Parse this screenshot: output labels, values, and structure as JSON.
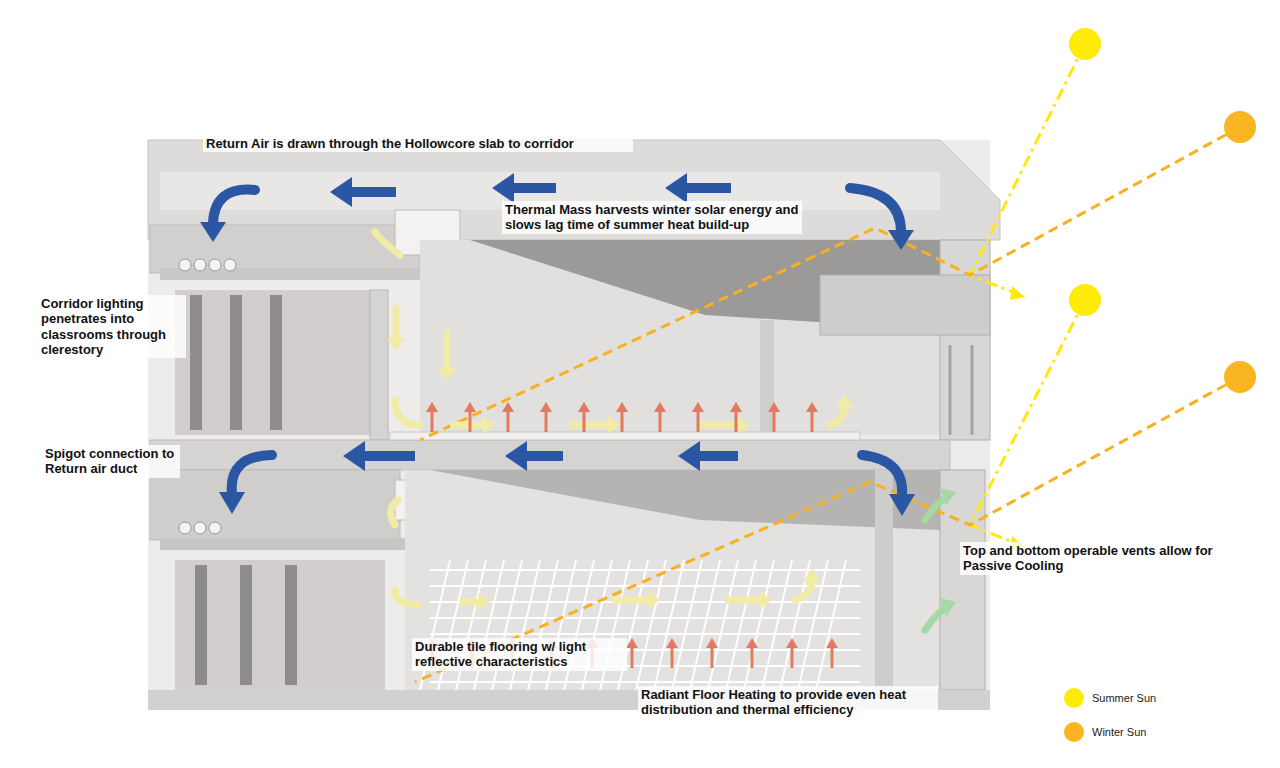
{
  "diagram": {
    "labels": [
      "Return Air is drawn through the Hollowcore slab to corridor",
      "Thermal Mass harvests winter solar energy and slows lag time of summer heat build-up",
      "Corridor lighting penetrates into classrooms through clerestory",
      "Spigot connection to Return air duct",
      "Top and bottom operable vents allow for Passive Cooling",
      "Durable tile flooring w/ light reflective characteristics",
      "Radiant Floor Heating to provide even heat distribution and thermal efficiency"
    ],
    "legend": [
      {
        "text": "Summer Sun",
        "color": "#FFEB0A"
      },
      {
        "text": "Winter Sun",
        "color": "#F9B522"
      }
    ]
  }
}
